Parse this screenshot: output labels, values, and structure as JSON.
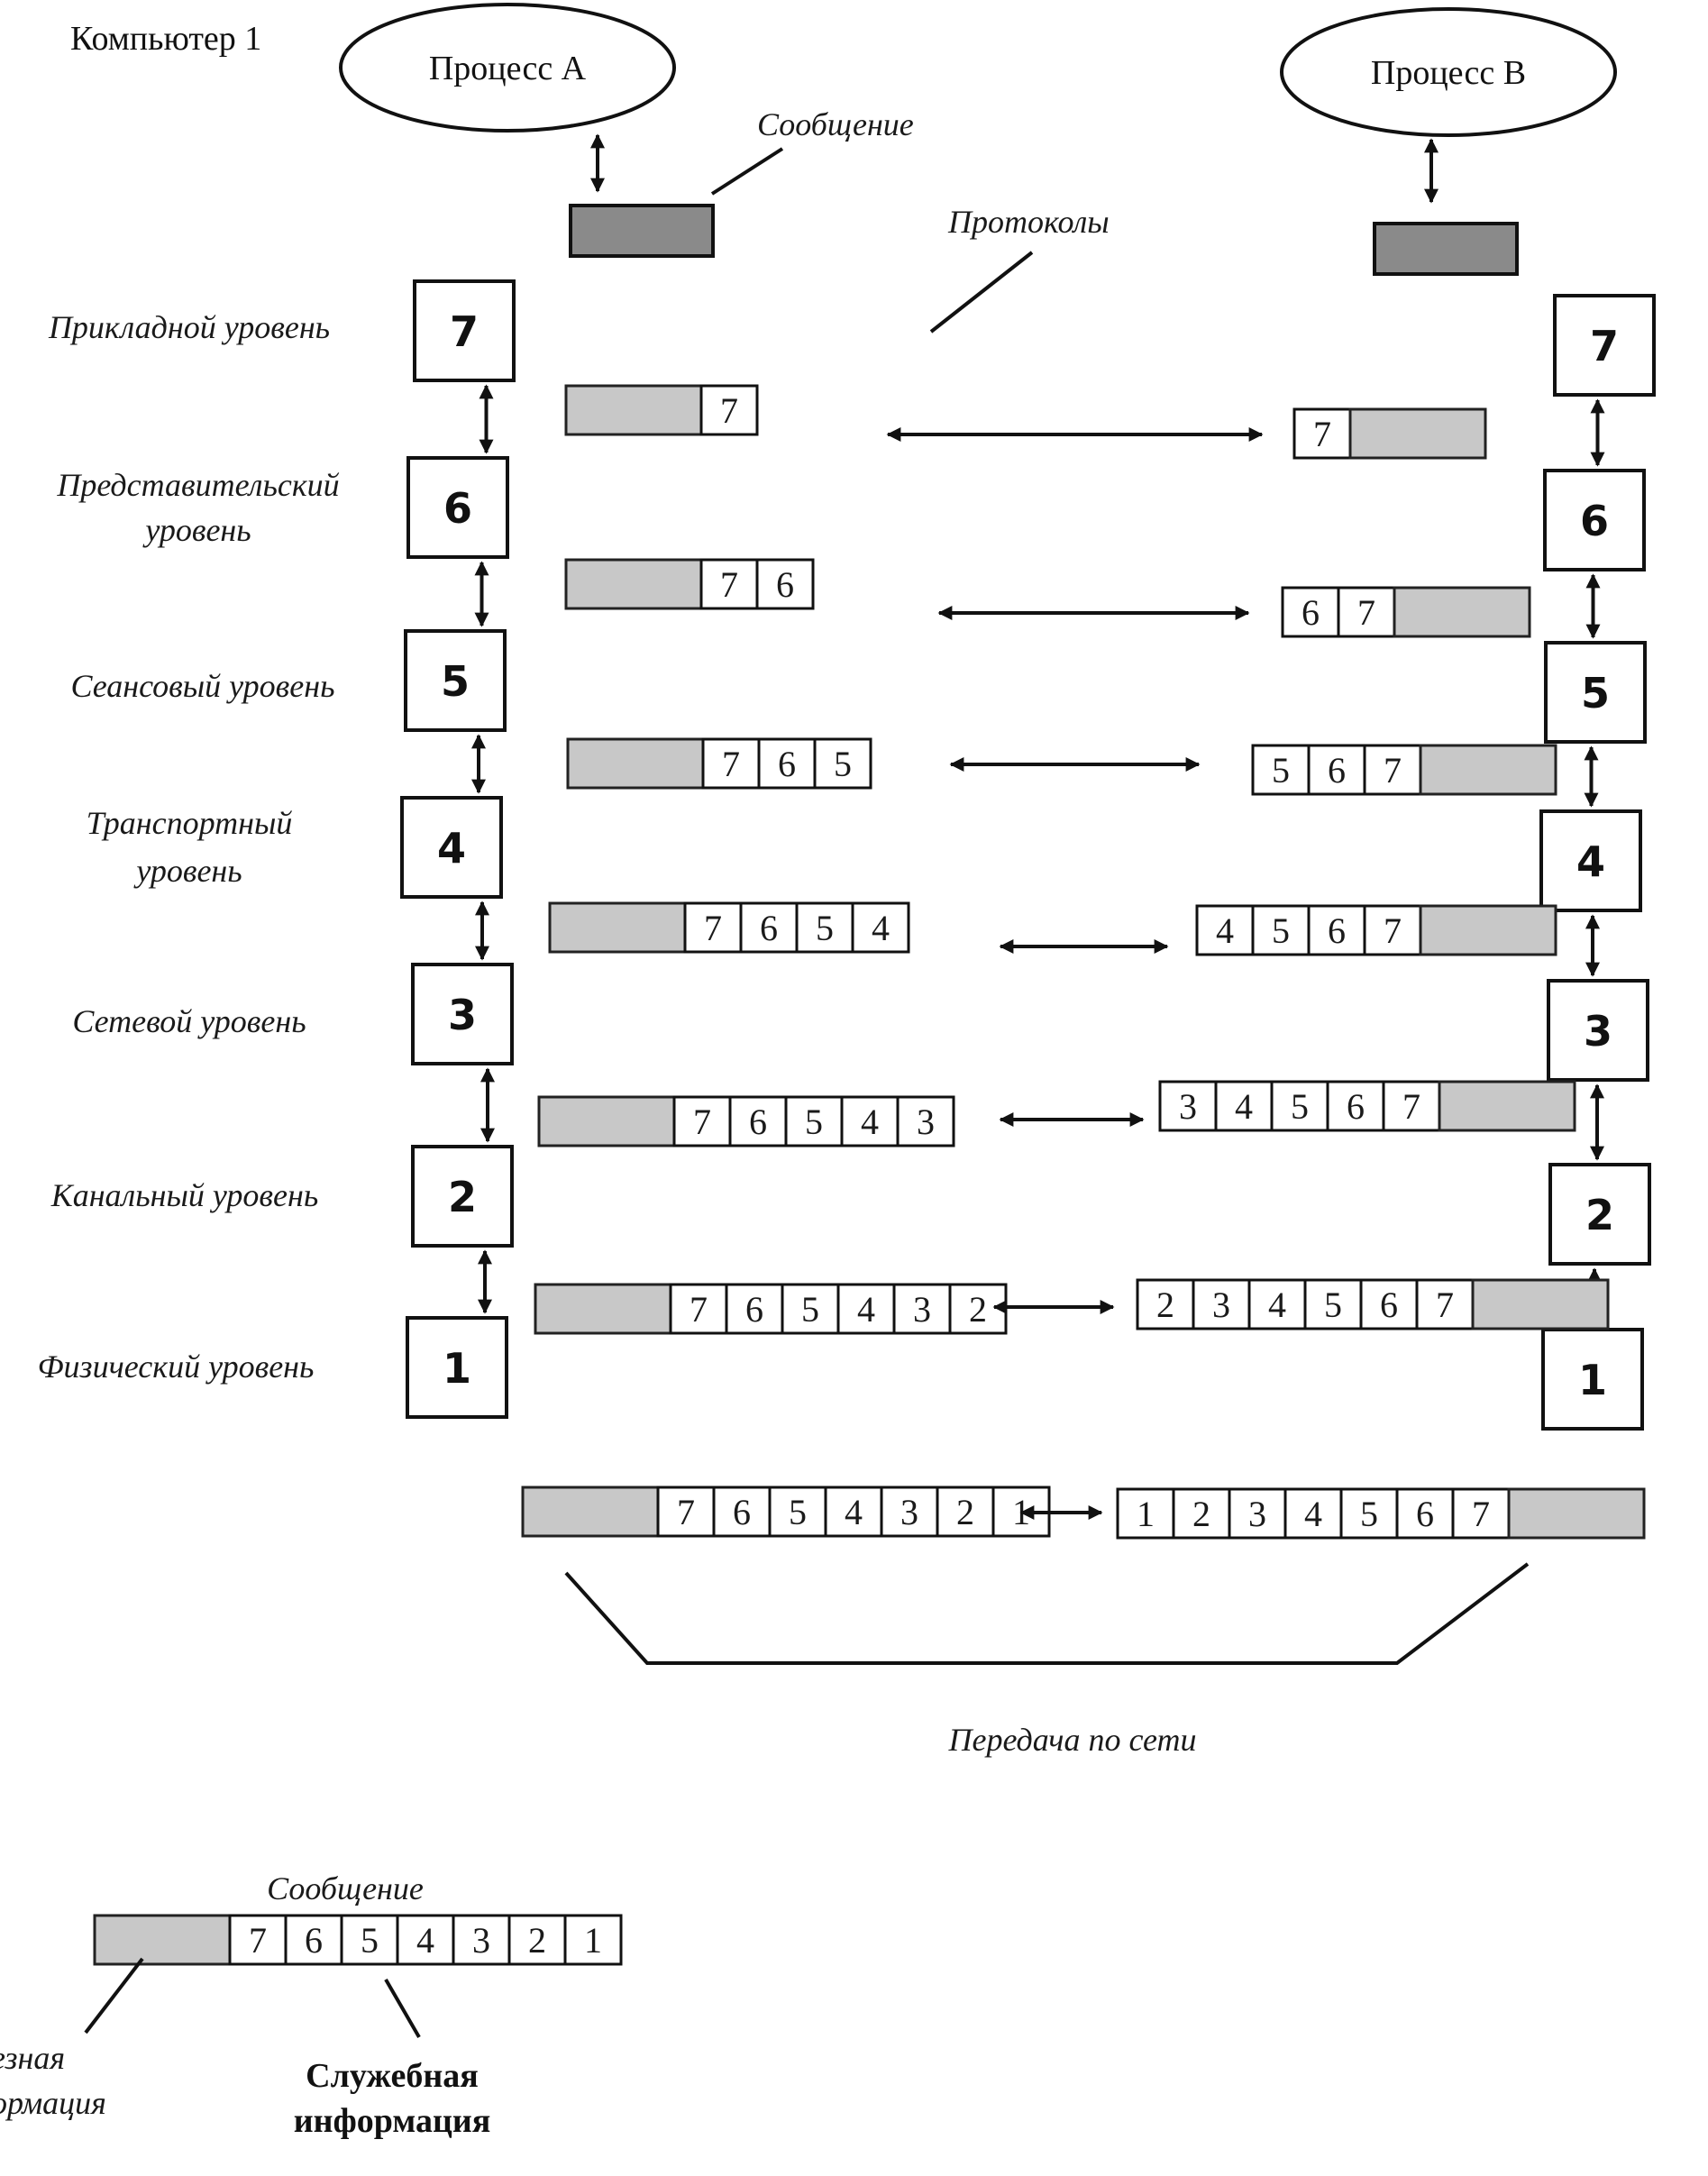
{
  "computer_label": "Компьютер 1",
  "process_a": "Процесс А",
  "process_b": "Процесс В",
  "message_label": "Сообщение",
  "protocols_label": "Протоколы",
  "network_label": "Передача по сети",
  "layers": [
    {
      "num": "7",
      "name": [
        "Прикладной уровень"
      ]
    },
    {
      "num": "6",
      "name": [
        "Представительский",
        "уровень"
      ]
    },
    {
      "num": "5",
      "name": [
        "Сеансовый уровень"
      ]
    },
    {
      "num": "4",
      "name": [
        "Транспортный",
        "уровень"
      ]
    },
    {
      "num": "3",
      "name": [
        "Сетевой уровень"
      ]
    },
    {
      "num": "2",
      "name": [
        "Канальный уровень"
      ]
    },
    {
      "num": "1",
      "name": [
        "Физический уровень"
      ]
    }
  ],
  "packets_left": [
    [
      "7"
    ],
    [
      "7",
      "6"
    ],
    [
      "7",
      "6",
      "5"
    ],
    [
      "7",
      "6",
      "5",
      "4"
    ],
    [
      "7",
      "6",
      "5",
      "4",
      "3"
    ],
    [
      "7",
      "6",
      "5",
      "4",
      "3",
      "2"
    ],
    [
      "7",
      "6",
      "5",
      "4",
      "3",
      "2",
      "1"
    ]
  ],
  "packets_right": [
    [
      "7"
    ],
    [
      "6",
      "7"
    ],
    [
      "5",
      "6",
      "7"
    ],
    [
      "4",
      "5",
      "6",
      "7"
    ],
    [
      "3",
      "4",
      "5",
      "6",
      "7"
    ],
    [
      "2",
      "3",
      "4",
      "5",
      "6",
      "7"
    ],
    [
      "1",
      "2",
      "3",
      "4",
      "5",
      "6",
      "7"
    ]
  ],
  "legend": {
    "title": "Сообщение",
    "cells": [
      "7",
      "6",
      "5",
      "4",
      "3",
      "2",
      "1"
    ],
    "useful": [
      "езная",
      "ормация"
    ],
    "service": [
      "Служебная",
      "информация"
    ]
  }
}
